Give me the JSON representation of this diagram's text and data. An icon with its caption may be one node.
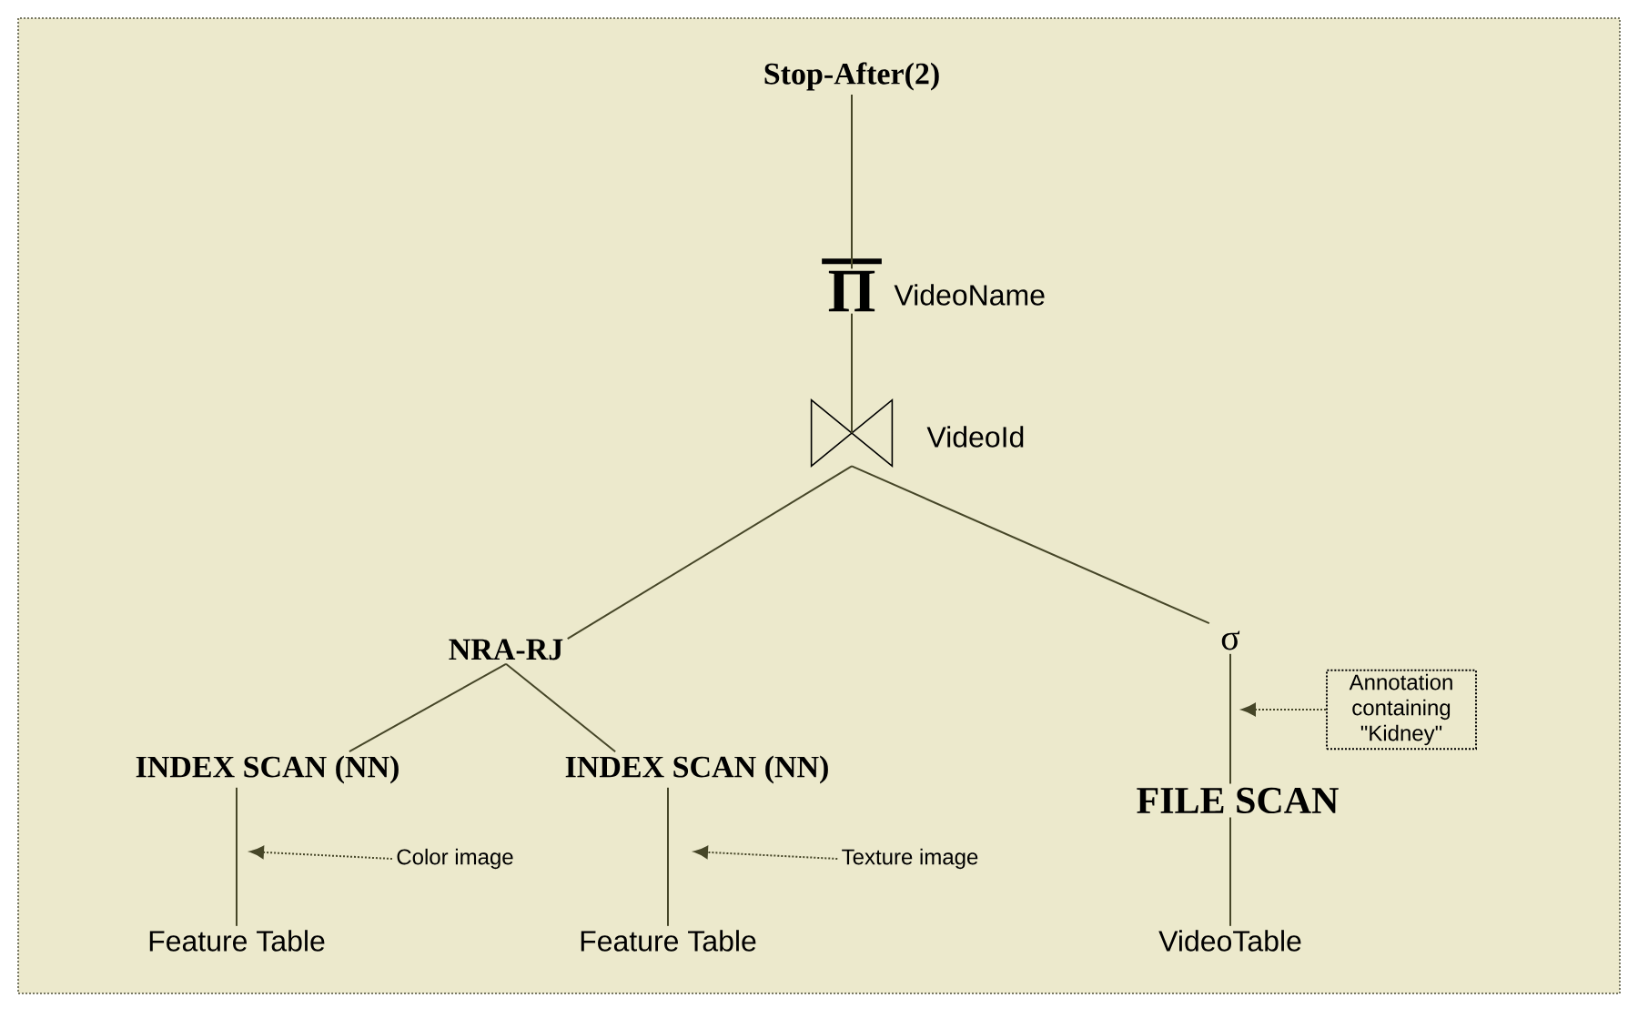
{
  "diagram": {
    "nodes": [
      {
        "text": [
          "Stop-After(2)"
        ]
      },
      {
        "text": [
          "Π"
        ],
        "beside": [
          "VideoName"
        ]
      },
      {
        "text": [],
        "shape": "bowtie",
        "beside": [
          "VideoId"
        ]
      },
      {
        "text": [
          "NRA-RJ"
        ]
      },
      {
        "text": [
          "σ"
        ]
      },
      {
        "text": [
          "INDEX SCAN (NN)"
        ]
      },
      {
        "text": [
          "INDEX SCAN (NN)"
        ]
      },
      {
        "text": [
          "FILE SCAN"
        ]
      },
      {
        "text": [
          "Feature Table"
        ]
      },
      {
        "text": [
          "Feature Table"
        ]
      },
      {
        "text": [
          "VideoTable"
        ]
      },
      {
        "text": [
          "Color image"
        ]
      },
      {
        "text": [
          "Texture image"
        ]
      },
      {
        "text": [
          "Annotation containing \"Kidney\""
        ]
      }
    ],
    "edges": [
      {
        "from": 0,
        "to": 1,
        "arrow": "none"
      },
      {
        "from": 1,
        "to": 2,
        "arrow": "none"
      },
      {
        "from": 2,
        "to": 3,
        "arrow": "none"
      },
      {
        "from": 2,
        "to": 4,
        "arrow": "none"
      },
      {
        "from": 3,
        "to": 5,
        "arrow": "none"
      },
      {
        "from": 3,
        "to": 6,
        "arrow": "none"
      },
      {
        "from": 4,
        "to": 7,
        "arrow": "none"
      },
      {
        "from": 5,
        "to": 8,
        "arrow": "none"
      },
      {
        "from": 6,
        "to": 9,
        "arrow": "none"
      },
      {
        "from": 7,
        "to": 10,
        "arrow": "none"
      },
      {
        "from": 11,
        "to": null,
        "arrow": "to",
        "style": "dashed"
      },
      {
        "from": 12,
        "to": null,
        "arrow": "to",
        "style": "dashed"
      },
      {
        "from": 13,
        "to": null,
        "arrow": "to",
        "style": "dashed"
      }
    ]
  }
}
